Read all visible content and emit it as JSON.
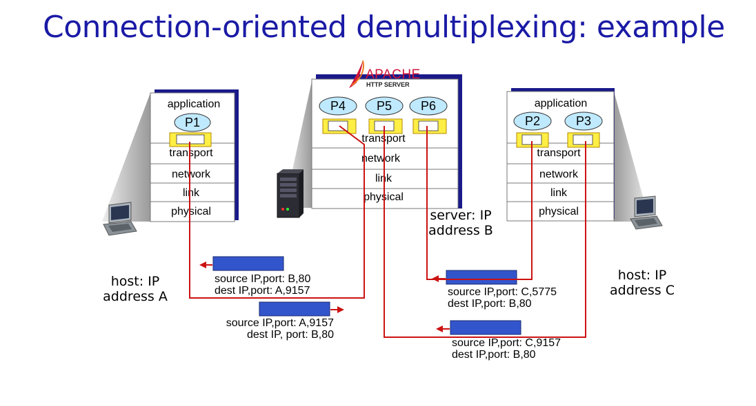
{
  "title": "Connection-oriented demultiplexing: example",
  "logo": {
    "name": "APACHE",
    "sub": "HTTP SERVER"
  },
  "host_a": {
    "layers": {
      "application": "application",
      "transport": "transport",
      "network": "network",
      "link": "link",
      "physical": "physical"
    },
    "process": "P1",
    "label_line1": "host: IP",
    "label_line2": "address A"
  },
  "server": {
    "layers": {
      "transport": "transport",
      "network": "network",
      "link": "link",
      "physical": "physical"
    },
    "processes": [
      "P4",
      "P5",
      "P6"
    ],
    "label_line1": "server: IP",
    "label_line2": "address B"
  },
  "host_c": {
    "layers": {
      "application": "application",
      "transport": "transport",
      "network": "network",
      "link": "link",
      "physical": "physical"
    },
    "processes": [
      "P2",
      "P3"
    ],
    "label_line1": "host: IP",
    "label_line2": "address C"
  },
  "segments": [
    {
      "line1": "source IP,port: B,80",
      "line2": "dest IP,port: A,9157"
    },
    {
      "line1": "source IP,port: A,9157",
      "line2": "dest IP, port: B,80"
    },
    {
      "line1": "source IP,port: C,5775",
      "line2": "dest IP,port: B,80"
    },
    {
      "line1": "source IP,port: C,9157",
      "line2": "dest IP,port: B,80"
    }
  ],
  "colors": {
    "title": "#1a1aa6",
    "segment": "#3355cc",
    "arrow": "#cc1111",
    "socket": "#ffee44",
    "process": "#bfe9ff",
    "stack_shadow": "#1a1a8a"
  }
}
